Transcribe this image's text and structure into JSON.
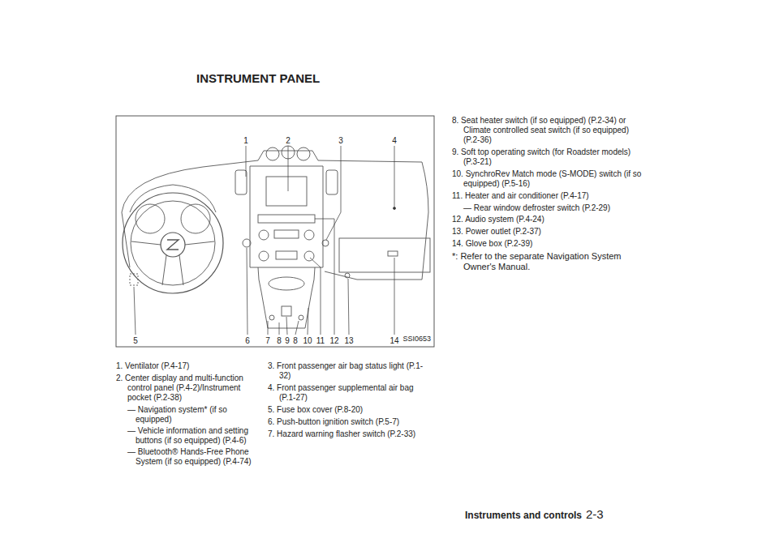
{
  "diagram": {
    "title": "INSTRUMENT PANEL",
    "labels": [
      "1",
      "2",
      "3",
      "4",
      "5",
      "6",
      "7",
      "8",
      "9",
      "8",
      "10",
      "11",
      "12",
      "13",
      "14",
      "SSI0653",
      "1. Ventilator (P.4-17)",
      "2. Center display and multi-function control panel (P.4-2)/Instrument pocket (P.2-38)",
      "— Navigation system* (if so equipped)",
      "— Vehicle information and setting buttons (if so equipped) (P.4-6)",
      "— Bluetooth® Hands-Free Phone System (if so equipped) (P.4-74)",
      "3. Front passenger air bag status light (P.1-32)",
      "4. Front passenger supplemental air bag (P.1-27)",
      "5. Fuse box cover (P.8-20)",
      "6. Push-button ignition switch (P.5-7)",
      "7. Hazard warning flasher switch (P.2-33)",
      "8. Seat heater switch (if so equipped) (P.2-34) or Climate controlled seat switch (if so equipped) (P.2-36)",
      "9. Soft top operating switch (for Roadster models) (P.3-21)",
      "10. SynchroRev Match mode (S-MODE) switch (if so equipped) (P.5-16)",
      "11. Heater and air conditioner (P.4-17)",
      "— Rear window defroster switch (P.2-29)",
      "12. Audio system (P.4-24)",
      "13. Power outlet (P.2-37)",
      "14. Glove box (P.2-39)",
      "*: Refer to the separate Navigation System Owner's Manual.",
      "Instruments and controls",
      "2-3"
    ]
  }
}
